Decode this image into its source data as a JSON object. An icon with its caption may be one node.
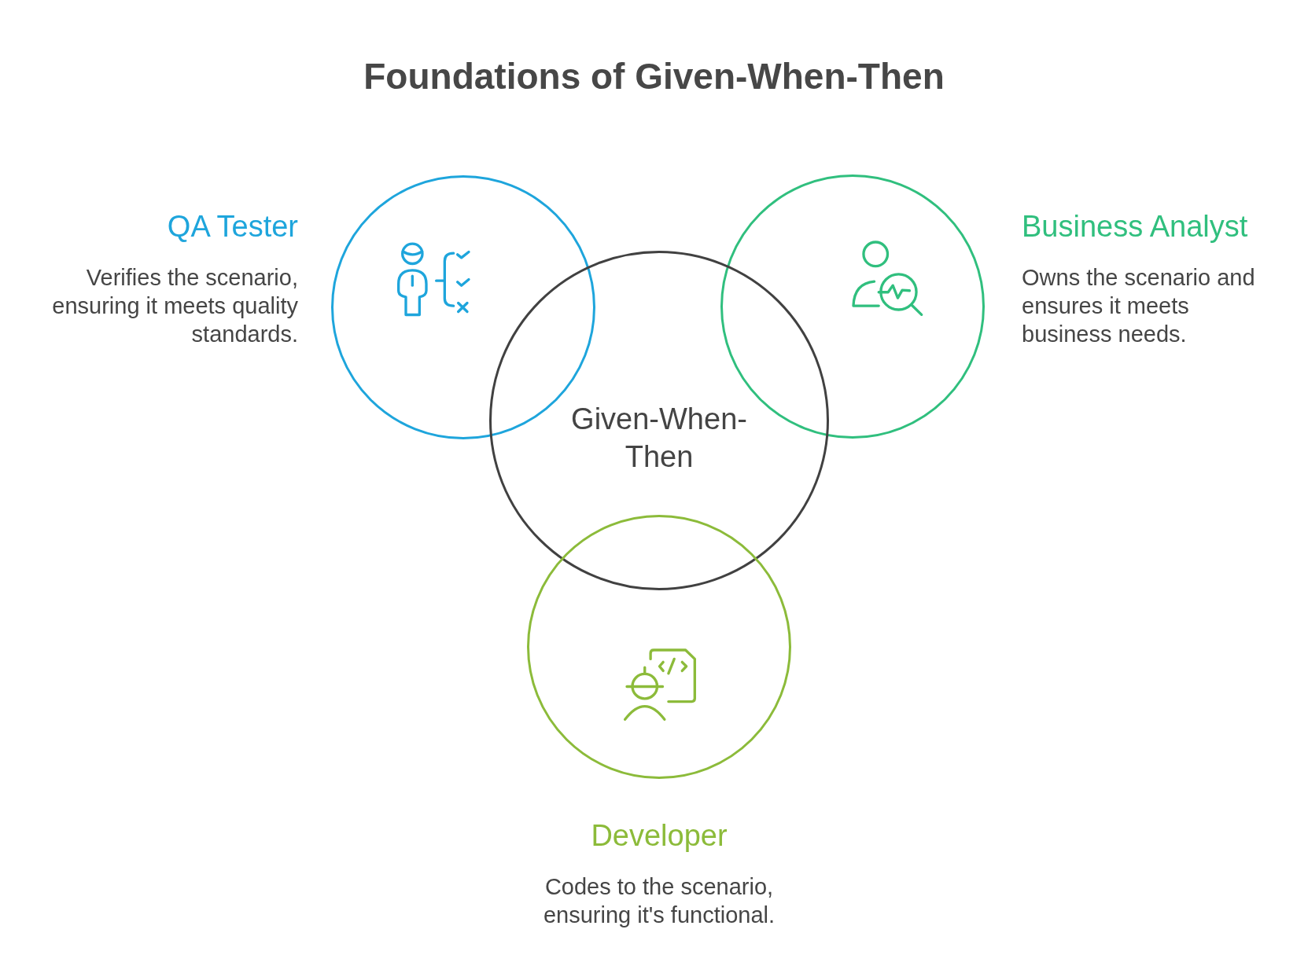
{
  "diagram": {
    "title": "Foundations of Given-When-Then",
    "nodes": [
      {
        "text": [
          "QA Tester",
          "Verifies the scenario, ensuring it meets quality standards."
        ]
      },
      {
        "text": [
          "Business Analyst",
          "Owns the scenario and ensures it meets business needs."
        ]
      },
      {
        "text": [
          "Given-When-Then"
        ]
      },
      {
        "text": [
          "Developer",
          "Codes to the scenario, ensuring it's functional."
        ]
      }
    ]
  }
}
